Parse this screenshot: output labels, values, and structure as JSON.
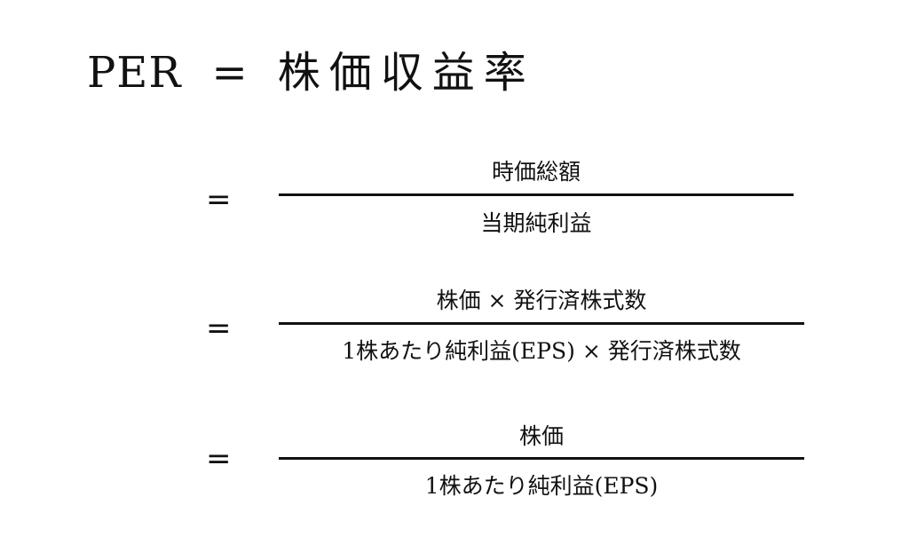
{
  "title": {
    "lhs": "PER",
    "eq": "=",
    "rhs": "株価収益率"
  },
  "rows": [
    {
      "equals": "=",
      "numerator": "時価総額",
      "denominator": "当期純利益"
    },
    {
      "equals": "=",
      "numerator": "株価 × 発行済株式数",
      "denominator": "1株あたり純利益(EPS) × 発行済株式数"
    },
    {
      "equals": "=",
      "numerator": "株価",
      "denominator": "1株あたり純利益(EPS)"
    }
  ]
}
